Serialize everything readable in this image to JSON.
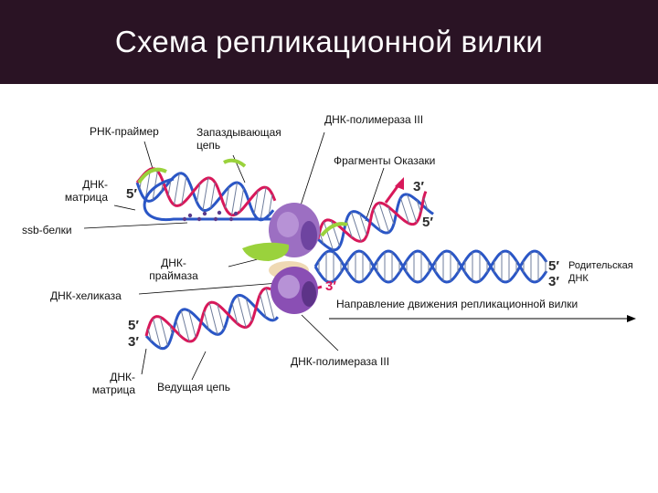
{
  "slide": {
    "title": "Схема репликационной вилки"
  },
  "labels": {
    "rna_primer": "РНК-праймер",
    "lagging_strand": "Запаздывающая\nцепь",
    "dna_pol_top": "ДНК-полимераза III",
    "okazaki": "Фрагменты Оказаки",
    "dna_template_top": "ДНК-\nматрица",
    "ssb": "ssb-белки",
    "primase": "ДНК-\nпраймаза",
    "helicase": "ДНК-хеликаза",
    "parental": "Родительская\nДНК",
    "direction": "Направление движения репликационной вилки",
    "dna_pol_bottom": "ДНК-полимераза III",
    "dna_template_bottom": "ДНК-\nматрица",
    "leading_strand": "Ведущая цепь"
  },
  "ends": {
    "left_top_5": "5′",
    "okazaki_3": "3′",
    "okazaki_5": "5′",
    "leading_3": "3′",
    "parental_5": "5′",
    "parental_3": "3′",
    "left_bottom_5": "5′",
    "left_bottom_3": "3′"
  },
  "colors": {
    "header_bg": "#2a1324",
    "template_strand": "#2a56c6",
    "new_strand": "#d8185a",
    "rna_primer": "#9ad23c",
    "polymerase": "#9c6fc2",
    "helicase": "#8a4fb4",
    "primase": "#efd9b4",
    "ssb": "#5a3b8c"
  }
}
